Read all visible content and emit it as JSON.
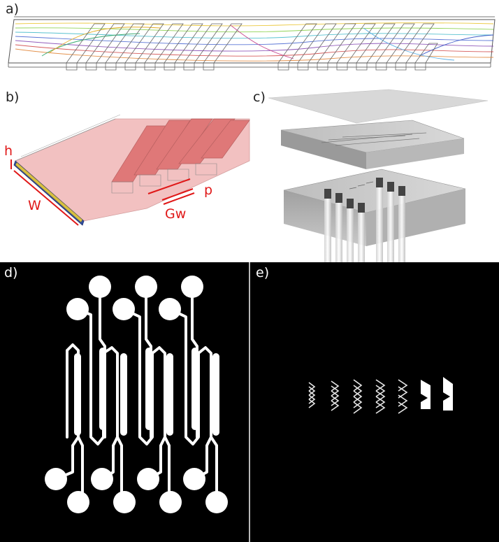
{
  "panels": {
    "a": {
      "label": "a)"
    },
    "b": {
      "label": "b)",
      "dims": {
        "h": "h",
        "W": "W",
        "p": "p",
        "Gw": "Gw"
      }
    },
    "c": {
      "label": "c)"
    },
    "d": {
      "label": "d)"
    },
    "e": {
      "label": "e)"
    }
  },
  "colors": {
    "background": "#ffffff",
    "mask_background": "#000000",
    "mask_feature": "#ffffff",
    "channel_fill": "#e06c6c",
    "dimension_red": "#e01818",
    "divider": "#b8b8b8"
  }
}
